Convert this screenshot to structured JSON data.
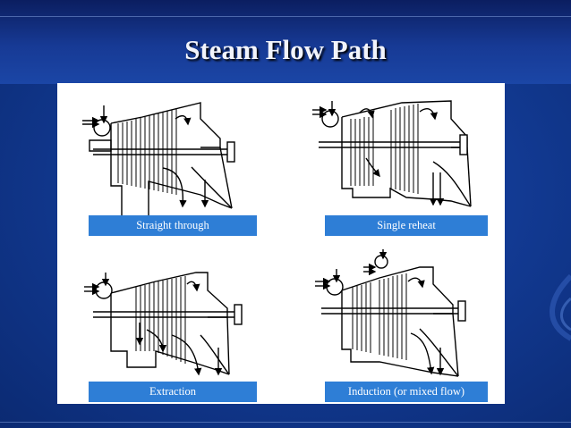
{
  "slide": {
    "title": "Steam Flow Path"
  },
  "diagrams": [
    {
      "caption": "Straight through"
    },
    {
      "caption": "Single reheat"
    },
    {
      "caption": "Extraction"
    },
    {
      "caption": "Induction (or mixed flow)"
    }
  ],
  "colors": {
    "background": "#123a93",
    "caption_fill": "#2e7ed6",
    "title_text": "#f2f4fb"
  }
}
